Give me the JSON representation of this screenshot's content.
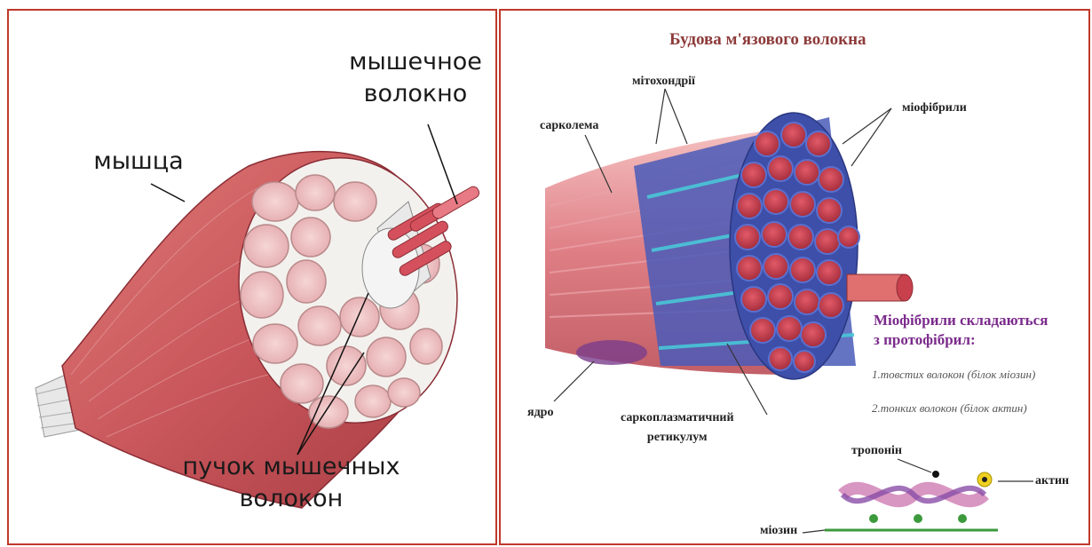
{
  "left": {
    "label_fiber": [
      "мышечное",
      "волокно"
    ],
    "label_muscle": "мышца",
    "label_bundle": [
      "пучок мышечных",
      "волокон"
    ]
  },
  "right": {
    "title": "Будова м'язового волокна",
    "labels": {
      "mitochondria": "мітохондрії",
      "sarcolemma": "сарколема",
      "myofibrils": "міофібрили",
      "nucleus": "ядро",
      "sr": [
        "саркоплазматичний",
        "ретикулум"
      ],
      "troponin": "тропонін",
      "actin": "актин",
      "myosin": "міозин"
    },
    "note": {
      "heading": [
        "Міофібрили складаються",
        "з протофібрил:"
      ],
      "items": [
        "1.товстих волокон (білок міозин)",
        "2.тонких волокон (білок актин)"
      ]
    }
  },
  "colors": {
    "border": "#c0392b",
    "muscle": "#c9575b",
    "fiber_red": "#c23a48",
    "reticulum": "#4a5bb8",
    "title": "#8e3b3b",
    "note": "#7b2a8c"
  }
}
